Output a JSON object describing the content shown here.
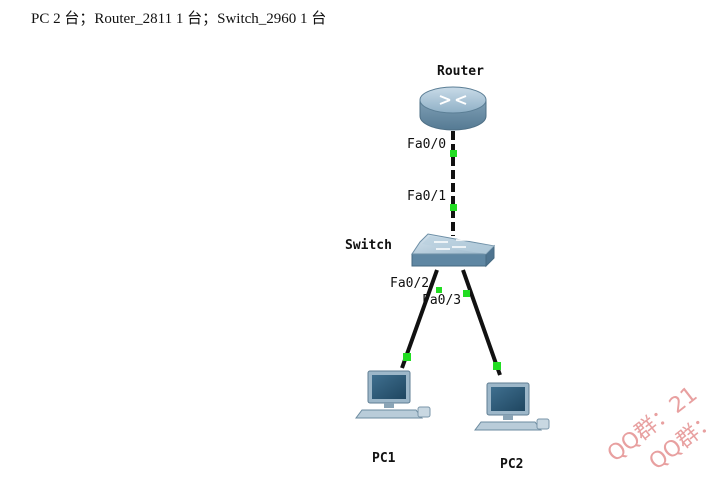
{
  "caption": "PC 2 台；Router_2811 1 台；Switch_2960 1 台",
  "nodes": {
    "router": "Router",
    "switch": "Switch",
    "pc1": "PC1",
    "pc2": "PC2"
  },
  "ports": {
    "router_fa00": "Fa0/0",
    "switch_fa01": "Fa0/1",
    "switch_fa02": "Fa0/2",
    "switch_fa03": "Fa0/3"
  },
  "colors": {
    "link": "#111111",
    "port_up": "#22dd22",
    "device_body": "#7fa6bf",
    "watermark": "#e8a0a0"
  },
  "watermark": {
    "line1": "QQ群：21",
    "line2": "QQ群："
  }
}
